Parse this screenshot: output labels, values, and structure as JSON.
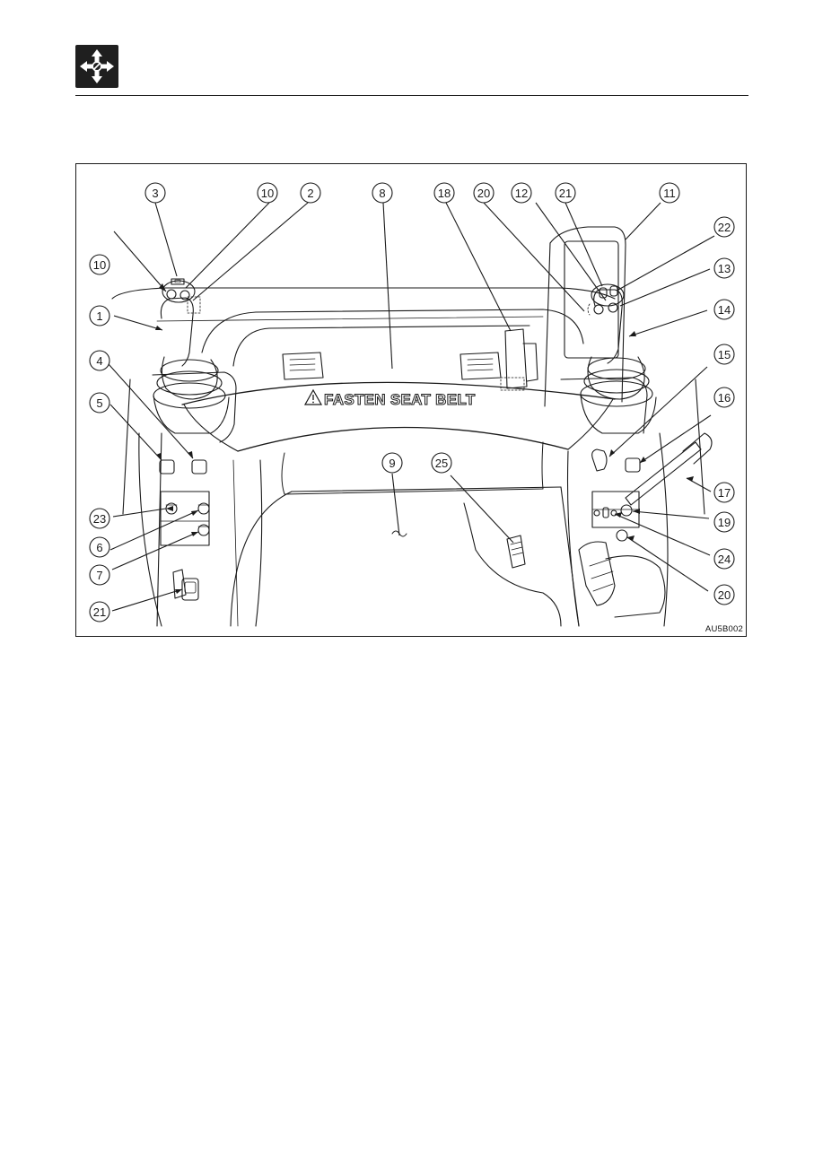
{
  "header": {
    "icon": "operation-arrows-icon"
  },
  "figure": {
    "code": "AU5B002",
    "banner_text": "FASTEN SEAT BELT",
    "warning_icon": "warning-triangle-icon",
    "callouts": [
      "1",
      "2",
      "3",
      "4",
      "5",
      "6",
      "7",
      "8",
      "9",
      "10",
      "10",
      "11",
      "12",
      "13",
      "14",
      "15",
      "16",
      "17",
      "18",
      "19",
      "20",
      "21",
      "22",
      "22",
      "22",
      "23",
      "24",
      "25"
    ]
  }
}
